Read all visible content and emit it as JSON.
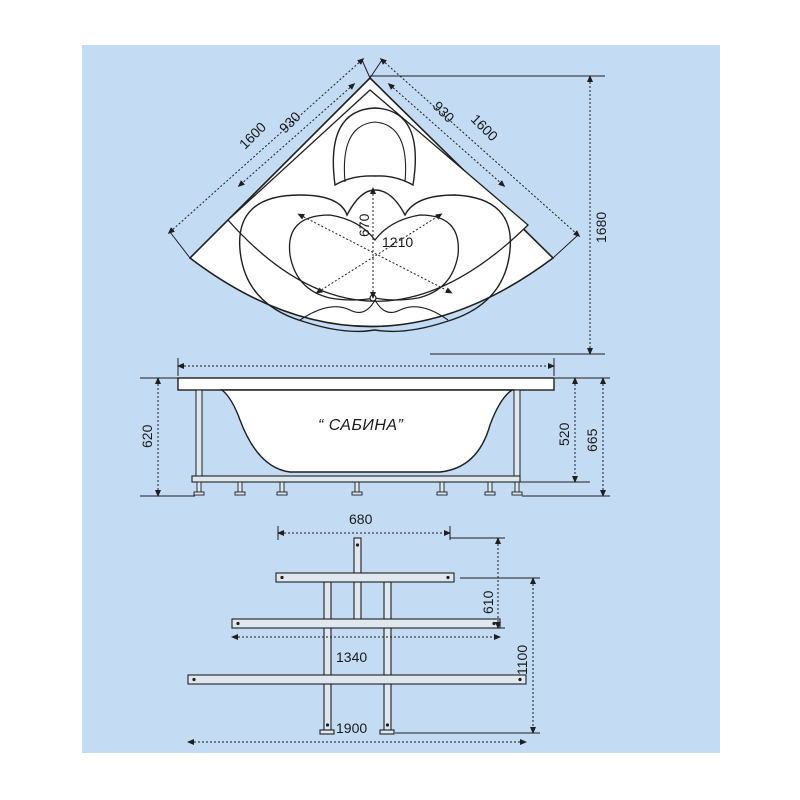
{
  "colors": {
    "background": "#c3dcf4",
    "outline": "#1f1f1f",
    "fill": "#ffffff",
    "frame": "#dfe7ef"
  },
  "model_name": "“ САБИНА”",
  "top_view": {
    "side_left_outer": "1600",
    "side_left_inner": "930",
    "side_right_inner": "930",
    "side_right_outer": "1600",
    "depth_total": "1680",
    "bowl_width": "1210",
    "bowl_depth": "670"
  },
  "side_view": {
    "height_total": "620",
    "height_inner": "520",
    "height_with_legs": "665"
  },
  "frame_view": {
    "top_width": "680",
    "top_depth": "610",
    "mid_width": "1340",
    "total_depth": "1100",
    "bottom_width": "1900"
  }
}
